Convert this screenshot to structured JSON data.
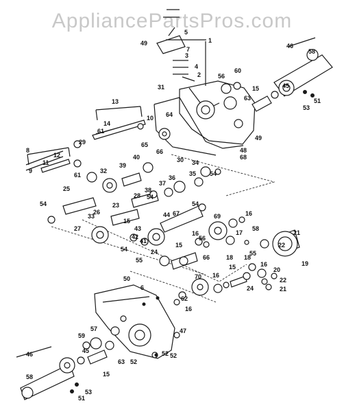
{
  "watermark": "AppliancePartsPros.com",
  "colors": {
    "line": "#1a1a1a",
    "background": "#ffffff",
    "watermark": "#bfbfbf"
  },
  "labels": [
    "1",
    "2",
    "3",
    "4",
    "5",
    "6",
    "7",
    "8",
    "9",
    "10",
    "11",
    "12",
    "13",
    "14",
    "15",
    "15",
    "15",
    "15",
    "15",
    "16",
    "16",
    "16",
    "16",
    "16",
    "17",
    "18",
    "18",
    "19",
    "20",
    "21",
    "21",
    "22",
    "22",
    "23",
    "24",
    "24",
    "25",
    "26",
    "27",
    "28",
    "29",
    "30",
    "31",
    "32",
    "33",
    "34",
    "35",
    "36",
    "37",
    "38",
    "39",
    "40",
    "41",
    "42",
    "43",
    "44",
    "45",
    "45",
    "46",
    "46",
    "47",
    "48",
    "49",
    "49",
    "50",
    "51",
    "51",
    "52",
    "52",
    "52",
    "53",
    "53",
    "54",
    "54",
    "54",
    "54",
    "54",
    "55",
    "55",
    "56",
    "56",
    "57",
    "58",
    "58",
    "58",
    "59",
    "60",
    "61",
    "61",
    "62",
    "63",
    "63",
    "64",
    "65",
    "66",
    "66",
    "67",
    "68",
    "69",
    "70"
  ]
}
